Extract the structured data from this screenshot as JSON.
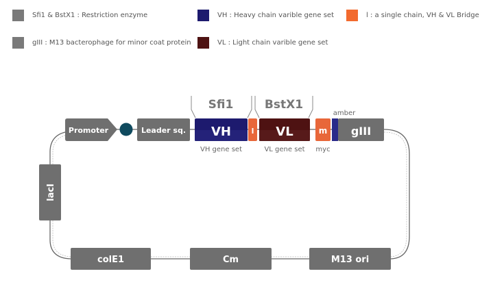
{
  "legend": [
    {
      "text": "Sfi1 & BstX1 : Restriction enzyme",
      "color": "#7a7a7a"
    },
    {
      "text": "VH : Heavy chain varible gene set",
      "color": "#1d1a6e"
    },
    {
      "text": "l : a single chain, VH & VL Bridge",
      "color": "#f26a2e"
    },
    {
      "text": "gIII : M13 bacterophage for minor coat protein",
      "color": "#7a7a7a"
    },
    {
      "text": "VL : Light chain varible gene set",
      "color": "#4e1212"
    }
  ],
  "diagram": {
    "promoter": "Promoter",
    "leader": "Leader sq.",
    "vh": "VH",
    "linker": "l",
    "vl": "VL",
    "myc_box": "m",
    "giii": "gIII",
    "laci": "lacI",
    "cole1": "colE1",
    "cm": "Cm",
    "m13ori": "M13 ori",
    "sfi1": "Sfi1",
    "bstx1": "BstX1",
    "amber": "amber",
    "vh_caption": "VH gene set",
    "vl_caption": "VL gene set",
    "myc_caption": "myc"
  },
  "colors": {
    "gray": "#6f6f6f",
    "vh": "#1d1a6e",
    "vl": "#4e1212",
    "orange": "#e8673a",
    "teal": "#0f4a5e",
    "amber": "#2a2a8a"
  }
}
